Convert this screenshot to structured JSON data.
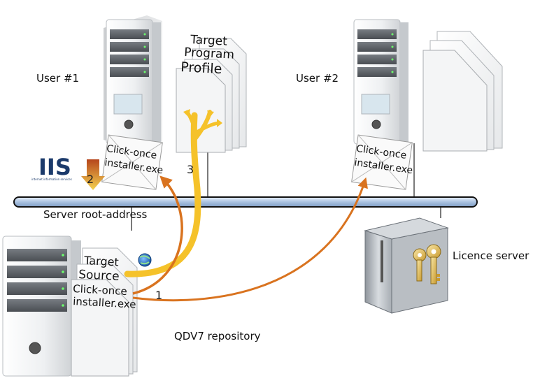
{
  "labels": {
    "user1": "User #1",
    "user2": "User #2",
    "server_root": "Server root-address",
    "licence_server": "Licence server",
    "repository": "QDV7 repository",
    "iis_logo": "IIS",
    "iis_sub": "internet information services"
  },
  "documents": {
    "user1_target": "Target",
    "user1_program": "Program",
    "user1_profile": "Profile",
    "repo_target": "Target",
    "repo_source": "Source",
    "installer_line1": "Click-once",
    "installer_line2": "installer.exe"
  },
  "steps": {
    "step1": "1",
    "step2": "2",
    "step3": "3"
  },
  "colors": {
    "orange_arrow": "#d9731f",
    "gold_arrow": "#f5c22a",
    "network_bar": "#b8cde6",
    "iis_text": "#1b3a6b",
    "step2_arrow": "#c8541a"
  }
}
